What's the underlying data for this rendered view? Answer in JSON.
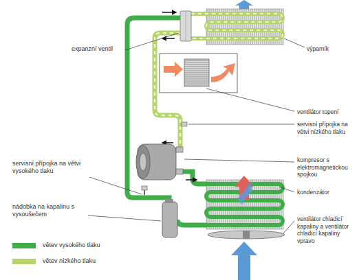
{
  "diagram": {
    "labels": [
      "expanzní ventil",
      "výparník",
      "ventilátor topení",
      "servisní přípojka na větvi nízkého tlaku",
      "kompresor s elektromagnetickou spojkou",
      "kondenzátor",
      "ventilátor chladicí kapaliny a ventilátor chladicí kapaliny vpravo",
      "servisní přípojka na větvi vysokého tlaku",
      "nádobka na kapalinu s vysoušečem"
    ],
    "legend": [
      {
        "text": "větev vysokého tlaku",
        "color": "#3fae49"
      },
      {
        "text": "větev nízkého tlaku",
        "color": "#b5d46a"
      }
    ]
  }
}
